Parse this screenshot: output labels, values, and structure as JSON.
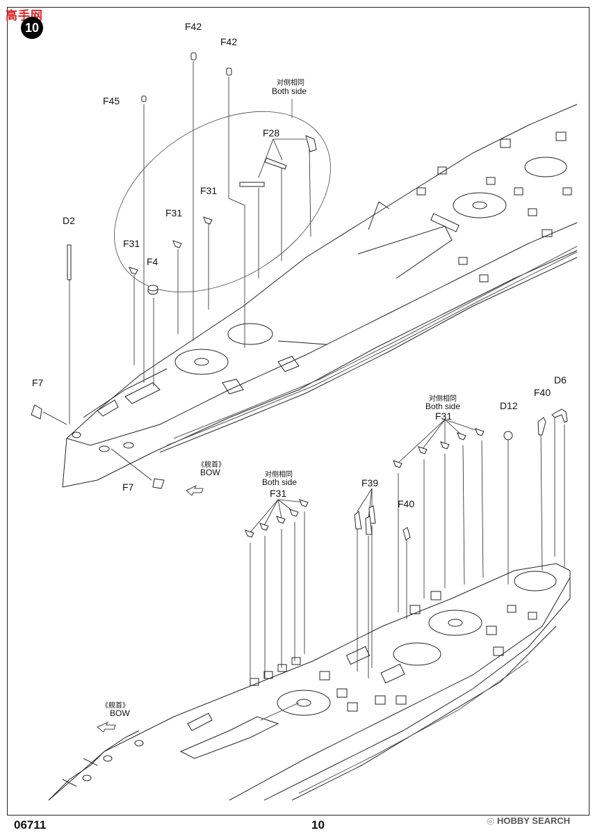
{
  "header": {
    "logo_text": "高手网",
    "step_number": "10"
  },
  "top_section": {
    "both_side_cn": "对侧相同",
    "both_side_en": "Both side",
    "bow_cn": "《舰首》",
    "bow_en": "BOW",
    "labels": {
      "f42_a": "F42",
      "f42_b": "F42",
      "f45": "F45",
      "f28": "F28",
      "f31_a": "F31",
      "f31_b": "F31",
      "f31_c": "F31",
      "f4": "F4",
      "d2": "D2",
      "f7_a": "F7",
      "f7_b": "F7"
    }
  },
  "bottom_section": {
    "both_side_a_cn": "对侧相同",
    "both_side_a_en": "Both side",
    "both_side_b_cn": "对侧相同",
    "both_side_b_en": "Both side",
    "bow_cn": "《舰首》",
    "bow_en": "BOW",
    "labels": {
      "f31_right": "F31",
      "f31_left": "F31",
      "d12": "D12",
      "f40_top": "F40",
      "d6": "D6",
      "f39": "F39",
      "f40_mid": "F40"
    }
  },
  "footer": {
    "product_code": "06711",
    "page_number": "10",
    "watermark": "HOBBY SEARCH"
  }
}
